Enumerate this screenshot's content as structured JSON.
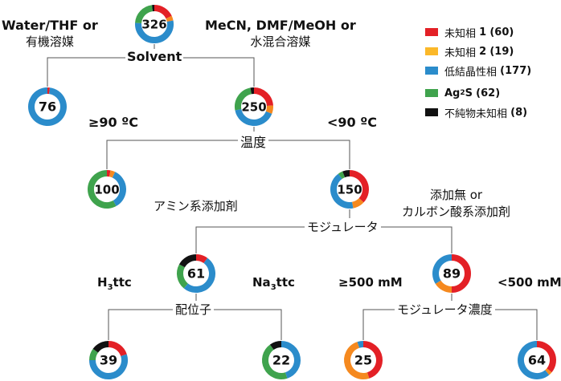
{
  "colors": {
    "unknown1": "#e32026",
    "unknown2": "#f5891f",
    "lowcrys": "#2b8ccb",
    "ag2s": "#3fa34d",
    "impure": "#111111"
  },
  "legend": [
    {
      "key": "unknown1",
      "name": "未知相",
      "num": "1",
      "count": "(60)"
    },
    {
      "key": "unknown2",
      "name": "未知相",
      "num": "2",
      "count": "(19)"
    },
    {
      "key": "lowcrys",
      "name": "低結晶性相",
      "num": "",
      "count": "(177)"
    },
    {
      "key": "ag2s",
      "name": "Ag",
      "sub": "2",
      "name2": "S",
      "count": "(62)"
    },
    {
      "key": "impure",
      "name": "不純物未知相",
      "num": "",
      "count": "(8)"
    }
  ],
  "labels": {
    "solvent": "Solvent",
    "left_solvent_1": "Water/THF or",
    "left_solvent_2": "有機溶媒",
    "right_solvent_1": "MeCN, DMF/MeOH or",
    "right_solvent_2": "水混合溶媒",
    "temp": "温度",
    "temp_high": "≥90 ºC",
    "temp_low": "<90 ºC",
    "modulator": "モジュレータ",
    "amine": "アミン系添加剤",
    "noadd_1": "添加無 or",
    "noadd_2": "カルボン酸系添加剤",
    "ligand": "配位子",
    "h3ttc_a": "H",
    "h3ttc_sub": "3",
    "h3ttc_b": "ttc",
    "na3ttc_a": "Na",
    "na3ttc_sub": "3",
    "na3ttc_b": "ttc",
    "modconc": "モジュレータ濃度",
    "conc_high": "≥500 mM",
    "conc_low": "<500 mM"
  },
  "nodes": [
    {
      "id": "root",
      "total": "326",
      "fractions": {
        "unknown1": 0.18,
        "unknown2": 0.04,
        "lowcrys": 0.54,
        "ag2s": 0.22,
        "impure": 0.02
      }
    },
    {
      "id": "solvent_left",
      "total": "76",
      "fractions": {
        "unknown1": 0.02,
        "unknown2": 0.0,
        "lowcrys": 0.98,
        "ag2s": 0.0,
        "impure": 0.0
      }
    },
    {
      "id": "solvent_right",
      "total": "250",
      "fractions": {
        "unknown1": 0.24,
        "unknown2": 0.07,
        "lowcrys": 0.41,
        "ag2s": 0.25,
        "impure": 0.03
      }
    },
    {
      "id": "temp_high",
      "total": "100",
      "fractions": {
        "unknown1": 0.03,
        "unknown2": 0.04,
        "lowcrys": 0.35,
        "ag2s": 0.58,
        "impure": 0.0
      }
    },
    {
      "id": "temp_low",
      "total": "150",
      "fractions": {
        "unknown1": 0.37,
        "unknown2": 0.1,
        "lowcrys": 0.43,
        "ag2s": 0.04,
        "impure": 0.06
      }
    },
    {
      "id": "amine",
      "total": "61",
      "fractions": {
        "unknown1": 0.1,
        "unknown2": 0.0,
        "lowcrys": 0.51,
        "ag2s": 0.22,
        "impure": 0.17
      }
    },
    {
      "id": "noadd",
      "total": "89",
      "fractions": {
        "unknown1": 0.5,
        "unknown2": 0.16,
        "lowcrys": 0.34,
        "ag2s": 0.0,
        "impure": 0.0
      }
    },
    {
      "id": "h3ttc",
      "total": "39",
      "fractions": {
        "unknown1": 0.2,
        "unknown2": 0.0,
        "lowcrys": 0.55,
        "ag2s": 0.1,
        "impure": 0.15
      }
    },
    {
      "id": "na3ttc",
      "total": "22",
      "fractions": {
        "unknown1": 0.0,
        "unknown2": 0.0,
        "lowcrys": 0.45,
        "ag2s": 0.45,
        "impure": 0.1
      }
    },
    {
      "id": "conc_high",
      "total": "25",
      "fractions": {
        "unknown1": 0.45,
        "unknown2": 0.5,
        "lowcrys": 0.05,
        "ag2s": 0.0,
        "impure": 0.0
      }
    },
    {
      "id": "conc_low",
      "total": "64",
      "fractions": {
        "unknown1": 0.36,
        "unknown2": 0.03,
        "lowcrys": 0.61,
        "ag2s": 0.0,
        "impure": 0.0
      }
    }
  ]
}
